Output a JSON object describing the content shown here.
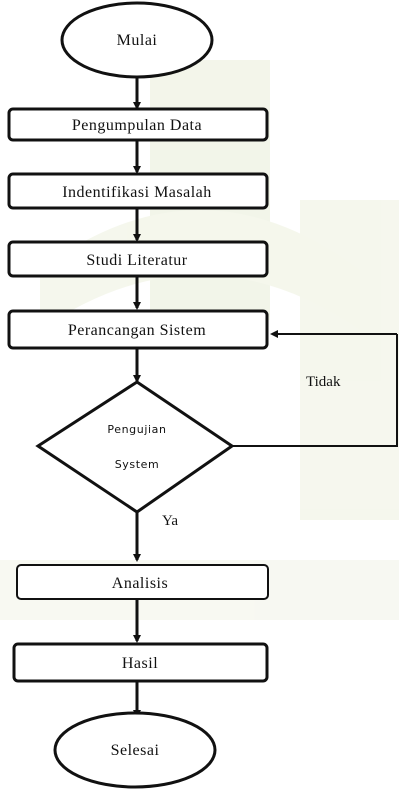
{
  "nodes": {
    "start": "Mulai",
    "data_collection": "Pengumpulan  Data",
    "problem_identification": "Indentifikasi  Masalah",
    "literature_study": "Studi  Literatur",
    "system_design": "Perancangan  Sistem",
    "system_testing_line1": "Pengujian",
    "system_testing_line2": "System",
    "analysis": "Analisis",
    "result": "Hasil",
    "end": "Selesai"
  },
  "edge_labels": {
    "no": "Tidak",
    "yes": "Ya"
  },
  "colors": {
    "stroke": "#111111",
    "text": "#111111",
    "watermark": "#dfe6c8"
  }
}
